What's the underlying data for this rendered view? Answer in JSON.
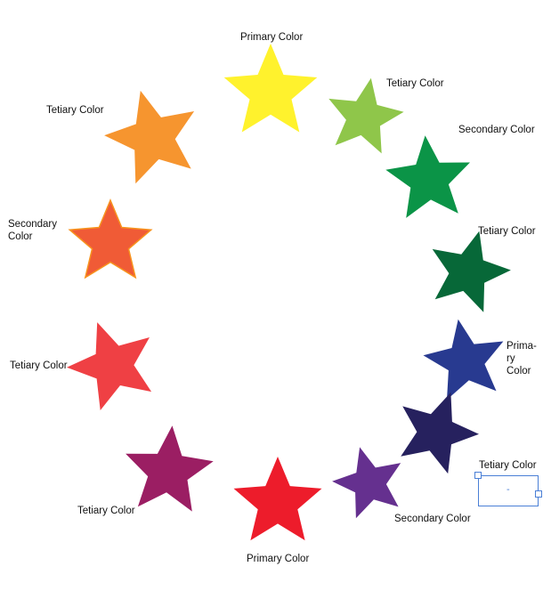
{
  "stars": [
    {
      "label": "Primary Color",
      "color": "#fff22d",
      "rot": 0
    },
    {
      "label": "Tetiary Color",
      "color": "#8fc64a",
      "rot": 10
    },
    {
      "label": "Secondary Color",
      "color": "#0b9447",
      "rot": -5
    },
    {
      "label": "Tetiary Color",
      "color": "#076838",
      "rot": 15
    },
    {
      "label": "Primary Color",
      "color": "#283a90",
      "rot": -10
    },
    {
      "label": "Tetiary Color",
      "color": "#26215e",
      "rot": 20
    },
    {
      "label": "Secondary Color",
      "color": "#65308f",
      "rot": -15
    },
    {
      "label": "Primary Color",
      "color": "#ed1c2b",
      "rot": 0
    },
    {
      "label": "Tetiary Color",
      "color": "#9b1e63",
      "rot": 5
    },
    {
      "label": "Tetiary Color",
      "color": "#ef4044",
      "rot": -20
    },
    {
      "label": "Secondary Color",
      "color": "#f05b36",
      "rot": 0,
      "stroke": "#f7931e"
    },
    {
      "label": "Tetiary Color",
      "color": "#f6952f",
      "rot": -15
    }
  ],
  "labels": {
    "top_primary": "Primary Color",
    "top_right_tetiary": "Tetiary Color",
    "right_secondary": "Secondary Color",
    "right_tetiary": "Tetiary Color",
    "right_primary": "Prima-\nry\nColor",
    "selected_tetiary": "Tetiary Color",
    "bottom_secondary": "Secondary Color",
    "bottom_primary": "Primary Color",
    "bottom_left_tetiary": "Tetiary Color",
    "left_tetiary": "Tetiary Color",
    "left_secondary": "Secondary\nColor",
    "top_left_tetiary": "Tetiary Color"
  },
  "selection_text": "-"
}
